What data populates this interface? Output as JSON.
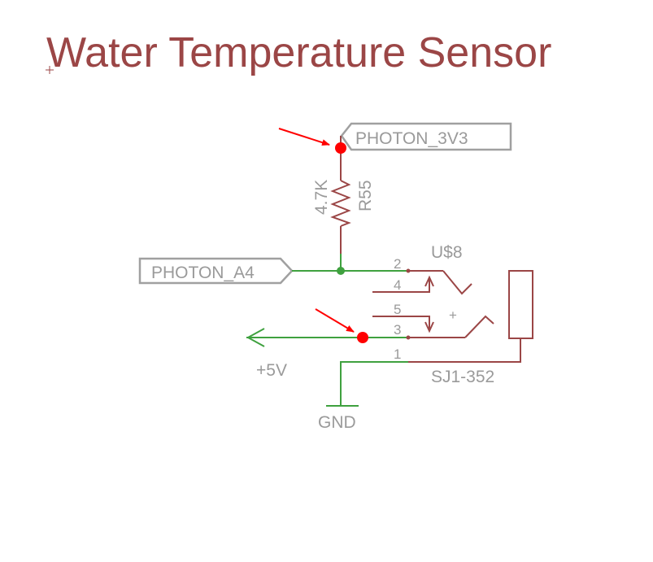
{
  "title": "Water Temperature Sensor",
  "net_labels": {
    "photon_3v3": "PHOTON_3V3",
    "photon_a4": "PHOTON_A4",
    "plus_5v": "+5V",
    "gnd": "GND"
  },
  "resistor": {
    "value": "4.7K",
    "name": "R55"
  },
  "jack": {
    "name": "U$8",
    "part": "SJ1-352",
    "pins": [
      "2",
      "4",
      "5",
      "3",
      "1"
    ],
    "plus_mark": "+"
  },
  "colors": {
    "title": "#9b4646",
    "wire_green": "#3fa13f",
    "symbol_red": "#9b4646",
    "label_gray": "#9a9a9a",
    "marker_red": "#ff0000"
  }
}
